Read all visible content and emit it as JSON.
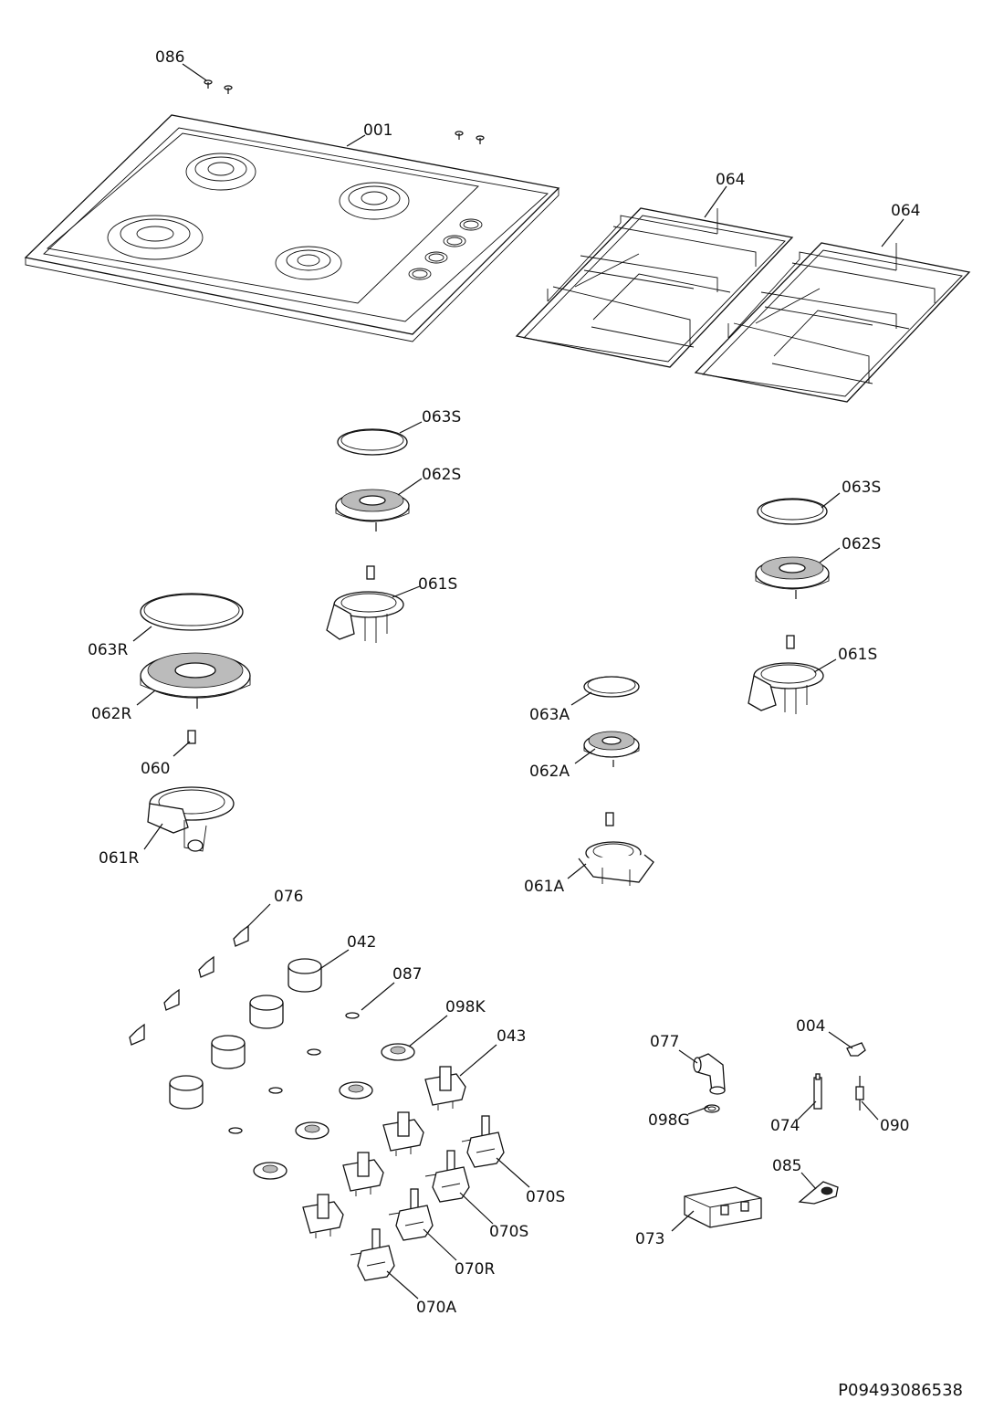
{
  "document_number": "P09493086538",
  "labels": {
    "l086": "086",
    "l001": "001",
    "l064a": "064",
    "l064b": "064",
    "l063S_1": "063S",
    "l062S_1": "062S",
    "l061S_1": "061S",
    "l063S_2": "063S",
    "l062S_2": "062S",
    "l061S_2": "061S",
    "l063R": "063R",
    "l062R": "062R",
    "l060": "060",
    "l061R": "061R",
    "l063A": "063A",
    "l062A": "062A",
    "l061A": "061A",
    "l076": "076",
    "l042": "042",
    "l087": "087",
    "l098K": "098K",
    "l043": "043",
    "l077": "077",
    "l098G": "098G",
    "l004": "004",
    "l074": "074",
    "l090": "090",
    "l085": "085",
    "l073": "073",
    "l070S_1": "070S",
    "l070S_2": "070S",
    "l070R": "070R",
    "l070A": "070A"
  }
}
